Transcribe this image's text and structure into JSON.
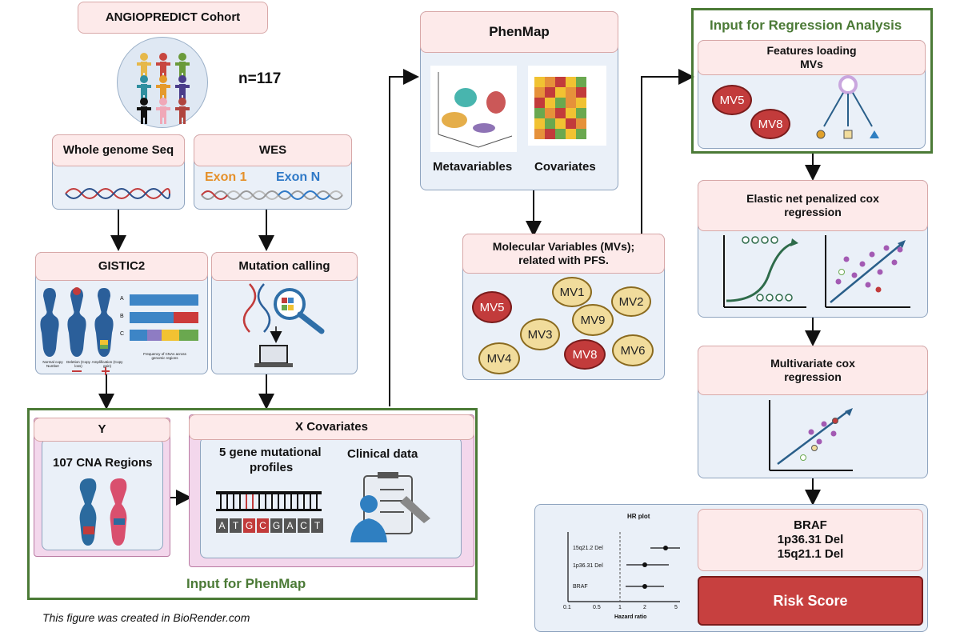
{
  "cohort": {
    "title": "ANGIOPREDICT Cohort",
    "n": "n=117"
  },
  "wgs": {
    "title": "Whole genome Seq"
  },
  "wes": {
    "title": "WES",
    "exon1": "Exon 1",
    "exonN": "Exon N"
  },
  "gistic": {
    "title": "GISTIC2",
    "legend_a": "A",
    "legend_b": "B",
    "legend_c": "C",
    "chrom_label_1": "Normal copy Number",
    "chrom_label_2": "Deletion (Copy loss)",
    "chrom_label_3": "Amplification (Copy gain)",
    "bar_caption": "Frequency of CNAs across genomic regions"
  },
  "mutation": {
    "title": "Mutation calling"
  },
  "y_box": {
    "title": "Y",
    "regions": "107 CNA Regions"
  },
  "x_box": {
    "title": "X Covariates",
    "mut_profiles_line1": "5 gene mutational",
    "mut_profiles_line2": "profiles",
    "clinical": "Clinical data",
    "bases": [
      "A",
      "T",
      "G",
      "C",
      "G",
      "A",
      "C",
      "T"
    ]
  },
  "input_phenmap": "Input for PhenMap",
  "phenmap": {
    "title": "PhenMap",
    "metavariables": "Metavariables",
    "covariates": "Covariates"
  },
  "molecular": {
    "title_line1": "Molecular Variables (MVs);",
    "title_line2": "related with PFS.",
    "mvs": [
      "MV5",
      "MV1",
      "MV2",
      "MV9",
      "MV3",
      "MV4",
      "MV8",
      "MV6"
    ]
  },
  "regression_input": {
    "title": "Input for Regression Analysis",
    "features_line1": "Features loading",
    "features_line2": "MVs",
    "mv_a": "MV5",
    "mv_b": "MV8"
  },
  "elastic": {
    "title_line1": "Elastic net penalized cox",
    "title_line2": "regression"
  },
  "multivariate": {
    "title_line1": "Multivariate cox",
    "title_line2": "regression"
  },
  "result": {
    "line1": "BRAF",
    "line2": "1p36.31 Del",
    "line3": "15q21.1 Del",
    "risk": "Risk Score"
  },
  "hr_plot": {
    "title": "HR plot",
    "xlabel": "Hazard ratio",
    "ticks": [
      "0.1",
      "0.5",
      "1",
      "2",
      "5"
    ],
    "rows": [
      "15q21.2 Del",
      "1p36.31 Del",
      "BRAF"
    ]
  },
  "footer": "This figure was created in BioRender.com",
  "colors": {
    "green": "#4b7a36",
    "pink_header": "#fdeaea",
    "box_blue": "#eaf0f8",
    "mv_red": "#c23b3b",
    "mv_yellow": "#f1dc9c",
    "risk_red": "#c7403f"
  }
}
